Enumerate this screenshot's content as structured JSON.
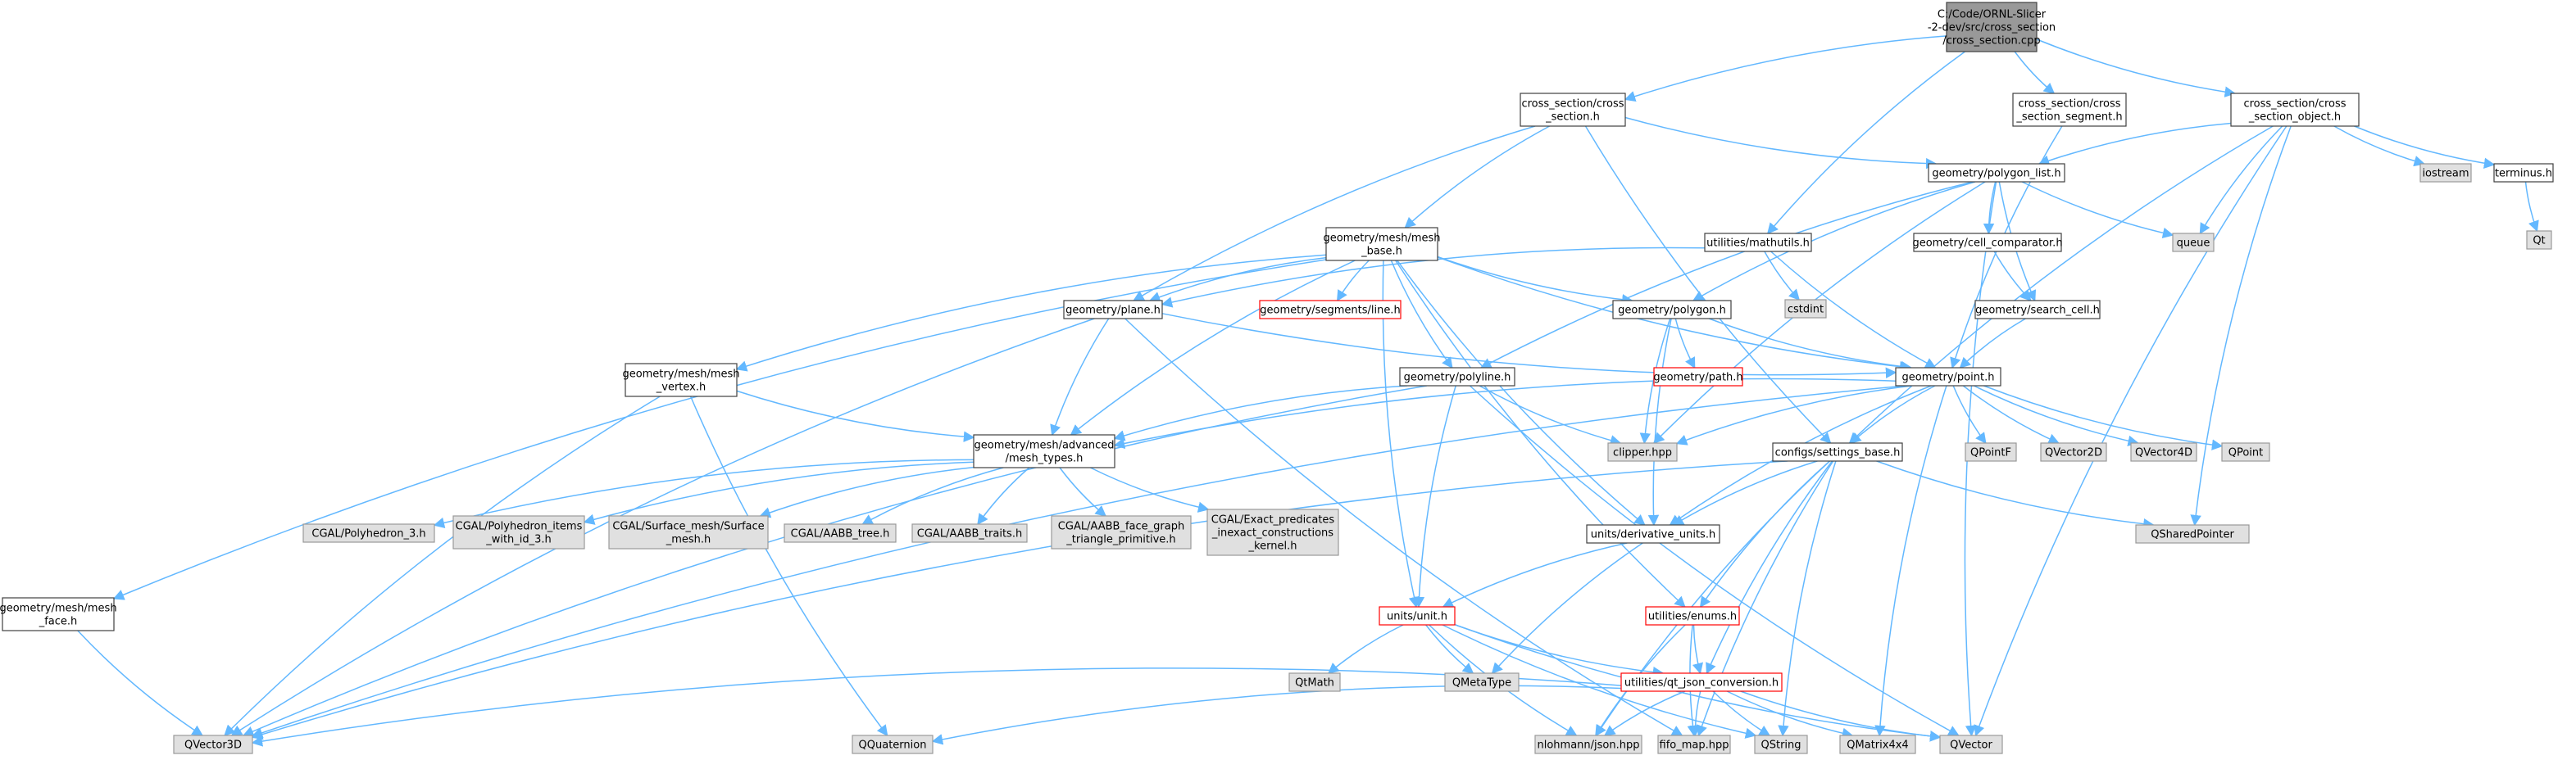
{
  "colors": {
    "edge": "#63b8ff",
    "node_fill": "#ffffff",
    "node_stroke": "#404040",
    "external_fill": "#e0e0e0",
    "external_stroke": "#999999",
    "root_fill": "#999999",
    "root_stroke": "#404040",
    "missing_stroke": "#ff0000",
    "text": "#000000"
  },
  "nodes": [
    {
      "id": "root",
      "kind": "root",
      "lines": [
        "C:/Code/ORNL-Slicer",
        "-2-dev/src/cross_section",
        "/cross_section.cpp"
      ]
    },
    {
      "id": "cs_h",
      "kind": "normal",
      "lines": [
        "cross_section/cross",
        "_section.h"
      ]
    },
    {
      "id": "cs_seg",
      "kind": "normal",
      "lines": [
        "cross_section/cross",
        "_section_segment.h"
      ]
    },
    {
      "id": "cs_obj",
      "kind": "normal",
      "lines": [
        "cross_section/cross",
        "_section_object.h"
      ]
    },
    {
      "id": "poly_list",
      "kind": "normal",
      "lines": [
        "geometry/polygon_list.h"
      ]
    },
    {
      "id": "iostream",
      "kind": "external",
      "lines": [
        "iostream"
      ]
    },
    {
      "id": "terminus",
      "kind": "normal",
      "lines": [
        "terminus.h"
      ]
    },
    {
      "id": "qt",
      "kind": "external",
      "lines": [
        "Qt"
      ]
    },
    {
      "id": "mesh_base",
      "kind": "normal",
      "lines": [
        "geometry/mesh/mesh",
        "_base.h"
      ]
    },
    {
      "id": "mathutils",
      "kind": "normal",
      "lines": [
        "utilities/mathutils.h"
      ]
    },
    {
      "id": "cell_comp",
      "kind": "normal",
      "lines": [
        "geometry/cell_comparator.h"
      ]
    },
    {
      "id": "queue",
      "kind": "external",
      "lines": [
        "queue"
      ]
    },
    {
      "id": "cstdint",
      "kind": "external",
      "lines": [
        "cstdint"
      ]
    },
    {
      "id": "search_cell",
      "kind": "normal",
      "lines": [
        "geometry/search_cell.h"
      ]
    },
    {
      "id": "plane",
      "kind": "normal",
      "lines": [
        "geometry/plane.h"
      ]
    },
    {
      "id": "segline",
      "kind": "missing",
      "lines": [
        "geometry/segments/line.h"
      ]
    },
    {
      "id": "polygon",
      "kind": "normal",
      "lines": [
        "geometry/polygon.h"
      ]
    },
    {
      "id": "path",
      "kind": "missing",
      "lines": [
        "geometry/path.h"
      ]
    },
    {
      "id": "point",
      "kind": "normal",
      "lines": [
        "geometry/point.h"
      ]
    },
    {
      "id": "mesh_vertex",
      "kind": "normal",
      "lines": [
        "geometry/mesh/mesh",
        "_vertex.h"
      ]
    },
    {
      "id": "polyline",
      "kind": "normal",
      "lines": [
        "geometry/polyline.h"
      ]
    },
    {
      "id": "clipper",
      "kind": "external",
      "lines": [
        "clipper.hpp"
      ]
    },
    {
      "id": "settings",
      "kind": "normal",
      "lines": [
        "configs/settings_base.h"
      ]
    },
    {
      "id": "qpointf",
      "kind": "external",
      "lines": [
        "QPointF"
      ]
    },
    {
      "id": "qvector2d",
      "kind": "external",
      "lines": [
        "QVector2D"
      ]
    },
    {
      "id": "qvector4d",
      "kind": "external",
      "lines": [
        "QVector4D"
      ]
    },
    {
      "id": "qpoint",
      "kind": "external",
      "lines": [
        "QPoint"
      ]
    },
    {
      "id": "mesh_types",
      "kind": "normal",
      "lines": [
        "geometry/mesh/advanced",
        "/mesh_types.h"
      ]
    },
    {
      "id": "cgal_poly3",
      "kind": "external",
      "lines": [
        "CGAL/Polyhedron_3.h"
      ]
    },
    {
      "id": "cgal_items",
      "kind": "external",
      "lines": [
        "CGAL/Polyhedron_items",
        "_with_id_3.h"
      ]
    },
    {
      "id": "cgal_surface",
      "kind": "external",
      "lines": [
        "CGAL/Surface_mesh/Surface",
        "_mesh.h"
      ]
    },
    {
      "id": "cgal_aabbtree",
      "kind": "external",
      "lines": [
        "CGAL/AABB_tree.h"
      ]
    },
    {
      "id": "cgal_aabbtraits",
      "kind": "external",
      "lines": [
        "CGAL/AABB_traits.h"
      ]
    },
    {
      "id": "cgal_facegraph",
      "kind": "external",
      "lines": [
        "CGAL/AABB_face_graph",
        "_triangle_primitive.h"
      ]
    },
    {
      "id": "cgal_exact",
      "kind": "external",
      "lines": [
        "CGAL/Exact_predicates",
        "_inexact_constructions",
        "_kernel.h"
      ]
    },
    {
      "id": "derivative",
      "kind": "normal",
      "lines": [
        "units/derivative_units.h"
      ]
    },
    {
      "id": "qshared",
      "kind": "external",
      "lines": [
        "QSharedPointer"
      ]
    },
    {
      "id": "mesh_face",
      "kind": "normal",
      "lines": [
        "geometry/mesh/mesh",
        "_face.h"
      ]
    },
    {
      "id": "unit",
      "kind": "missing",
      "lines": [
        "units/unit.h"
      ]
    },
    {
      "id": "enums",
      "kind": "missing",
      "lines": [
        "utilities/enums.h"
      ]
    },
    {
      "id": "qtmath",
      "kind": "external",
      "lines": [
        "QtMath"
      ]
    },
    {
      "id": "qmetatype",
      "kind": "external",
      "lines": [
        "QMetaType"
      ]
    },
    {
      "id": "qtjson",
      "kind": "missing",
      "lines": [
        "utilities/qt_json_conversion.h"
      ]
    },
    {
      "id": "qvector3d",
      "kind": "external",
      "lines": [
        "QVector3D"
      ]
    },
    {
      "id": "qquaternion",
      "kind": "external",
      "lines": [
        "QQuaternion"
      ]
    },
    {
      "id": "json",
      "kind": "external",
      "lines": [
        "nlohmann/json.hpp"
      ]
    },
    {
      "id": "fifo",
      "kind": "external",
      "lines": [
        "fifo_map.hpp"
      ]
    },
    {
      "id": "qstring",
      "kind": "external",
      "lines": [
        "QString"
      ]
    },
    {
      "id": "qmatrix",
      "kind": "external",
      "lines": [
        "QMatrix4x4"
      ]
    },
    {
      "id": "qvector",
      "kind": "external",
      "lines": [
        "QVector"
      ]
    }
  ],
  "edges": [
    [
      "root",
      "cs_h"
    ],
    [
      "root",
      "cs_seg"
    ],
    [
      "root",
      "cs_obj"
    ],
    [
      "root",
      "mathutils"
    ],
    [
      "cs_h",
      "poly_list"
    ],
    [
      "cs_h",
      "mesh_base"
    ],
    [
      "cs_h",
      "plane"
    ],
    [
      "cs_h",
      "settings"
    ],
    [
      "cs_seg",
      "point"
    ],
    [
      "cs_obj",
      "poly_list"
    ],
    [
      "cs_obj",
      "iostream"
    ],
    [
      "cs_obj",
      "terminus"
    ],
    [
      "cs_obj",
      "queue"
    ],
    [
      "cs_obj",
      "settings"
    ],
    [
      "cs_obj",
      "qshared"
    ],
    [
      "cs_obj",
      "qvector"
    ],
    [
      "terminus",
      "qt"
    ],
    [
      "poly_list",
      "polygon"
    ],
    [
      "poly_list",
      "cell_comp"
    ],
    [
      "poly_list",
      "search_cell"
    ],
    [
      "poly_list",
      "queue"
    ],
    [
      "poly_list",
      "polyline"
    ],
    [
      "poly_list",
      "clipper"
    ],
    [
      "poly_list",
      "qvector"
    ],
    [
      "cell_comp",
      "search_cell"
    ],
    [
      "search_cell",
      "point"
    ],
    [
      "mathutils",
      "plane"
    ],
    [
      "mathutils",
      "cstdint"
    ],
    [
      "mathutils",
      "point"
    ],
    [
      "mesh_base",
      "plane"
    ],
    [
      "mesh_base",
      "segline"
    ],
    [
      "mesh_base",
      "polygon"
    ],
    [
      "mesh_base",
      "polyline"
    ],
    [
      "mesh_base",
      "point"
    ],
    [
      "mesh_base",
      "mesh_vertex"
    ],
    [
      "mesh_base",
      "mesh_types"
    ],
    [
      "mesh_base",
      "mesh_face"
    ],
    [
      "mesh_base",
      "unit"
    ],
    [
      "mesh_base",
      "derivative"
    ],
    [
      "mesh_base",
      "enums"
    ],
    [
      "plane",
      "point"
    ],
    [
      "plane",
      "mesh_types"
    ],
    [
      "plane",
      "qvector3d"
    ],
    [
      "plane",
      "fifo"
    ],
    [
      "polygon",
      "path"
    ],
    [
      "polygon",
      "point"
    ],
    [
      "polygon",
      "clipper"
    ],
    [
      "polygon",
      "derivative"
    ],
    [
      "point",
      "mesh_types"
    ],
    [
      "point",
      "clipper"
    ],
    [
      "point",
      "settings"
    ],
    [
      "point",
      "derivative"
    ],
    [
      "point",
      "qpointf"
    ],
    [
      "point",
      "qvector2d"
    ],
    [
      "point",
      "qvector4d"
    ],
    [
      "point",
      "qpoint"
    ],
    [
      "point",
      "qvector3d"
    ],
    [
      "point",
      "qmatrix"
    ],
    [
      "mesh_vertex",
      "mesh_types"
    ],
    [
      "mesh_vertex",
      "qvector3d"
    ],
    [
      "mesh_vertex",
      "qquaternion"
    ],
    [
      "polyline",
      "mesh_types"
    ],
    [
      "polyline",
      "clipper"
    ],
    [
      "polyline",
      "unit"
    ],
    [
      "polyline",
      "qvector3d"
    ],
    [
      "polyline",
      "qvector"
    ],
    [
      "mesh_types",
      "cgal_poly3"
    ],
    [
      "mesh_types",
      "cgal_items"
    ],
    [
      "mesh_types",
      "cgal_surface"
    ],
    [
      "mesh_types",
      "cgal_aabbtree"
    ],
    [
      "mesh_types",
      "cgal_aabbtraits"
    ],
    [
      "mesh_types",
      "cgal_facegraph"
    ],
    [
      "mesh_types",
      "cgal_exact"
    ],
    [
      "settings",
      "derivative"
    ],
    [
      "settings",
      "qshared"
    ],
    [
      "settings",
      "enums"
    ],
    [
      "settings",
      "qtjson"
    ],
    [
      "settings",
      "json"
    ],
    [
      "settings",
      "fifo"
    ],
    [
      "settings",
      "qstring"
    ],
    [
      "settings",
      "qvector3d"
    ],
    [
      "derivative",
      "unit"
    ],
    [
      "derivative",
      "qmetatype"
    ],
    [
      "mesh_face",
      "qvector3d"
    ],
    [
      "unit",
      "qtmath"
    ],
    [
      "unit",
      "qmetatype"
    ],
    [
      "unit",
      "qtjson"
    ],
    [
      "unit",
      "json"
    ],
    [
      "unit",
      "qstring"
    ],
    [
      "unit",
      "qvector"
    ],
    [
      "enums",
      "qtjson"
    ],
    [
      "enums",
      "json"
    ],
    [
      "enums",
      "fifo"
    ],
    [
      "qtjson",
      "qvector3d"
    ],
    [
      "qtjson",
      "qquaternion"
    ],
    [
      "qtjson",
      "json"
    ],
    [
      "qtjson",
      "fifo"
    ],
    [
      "qtjson",
      "qstring"
    ],
    [
      "qtjson",
      "qmatrix"
    ],
    [
      "qtjson",
      "qvector"
    ]
  ]
}
